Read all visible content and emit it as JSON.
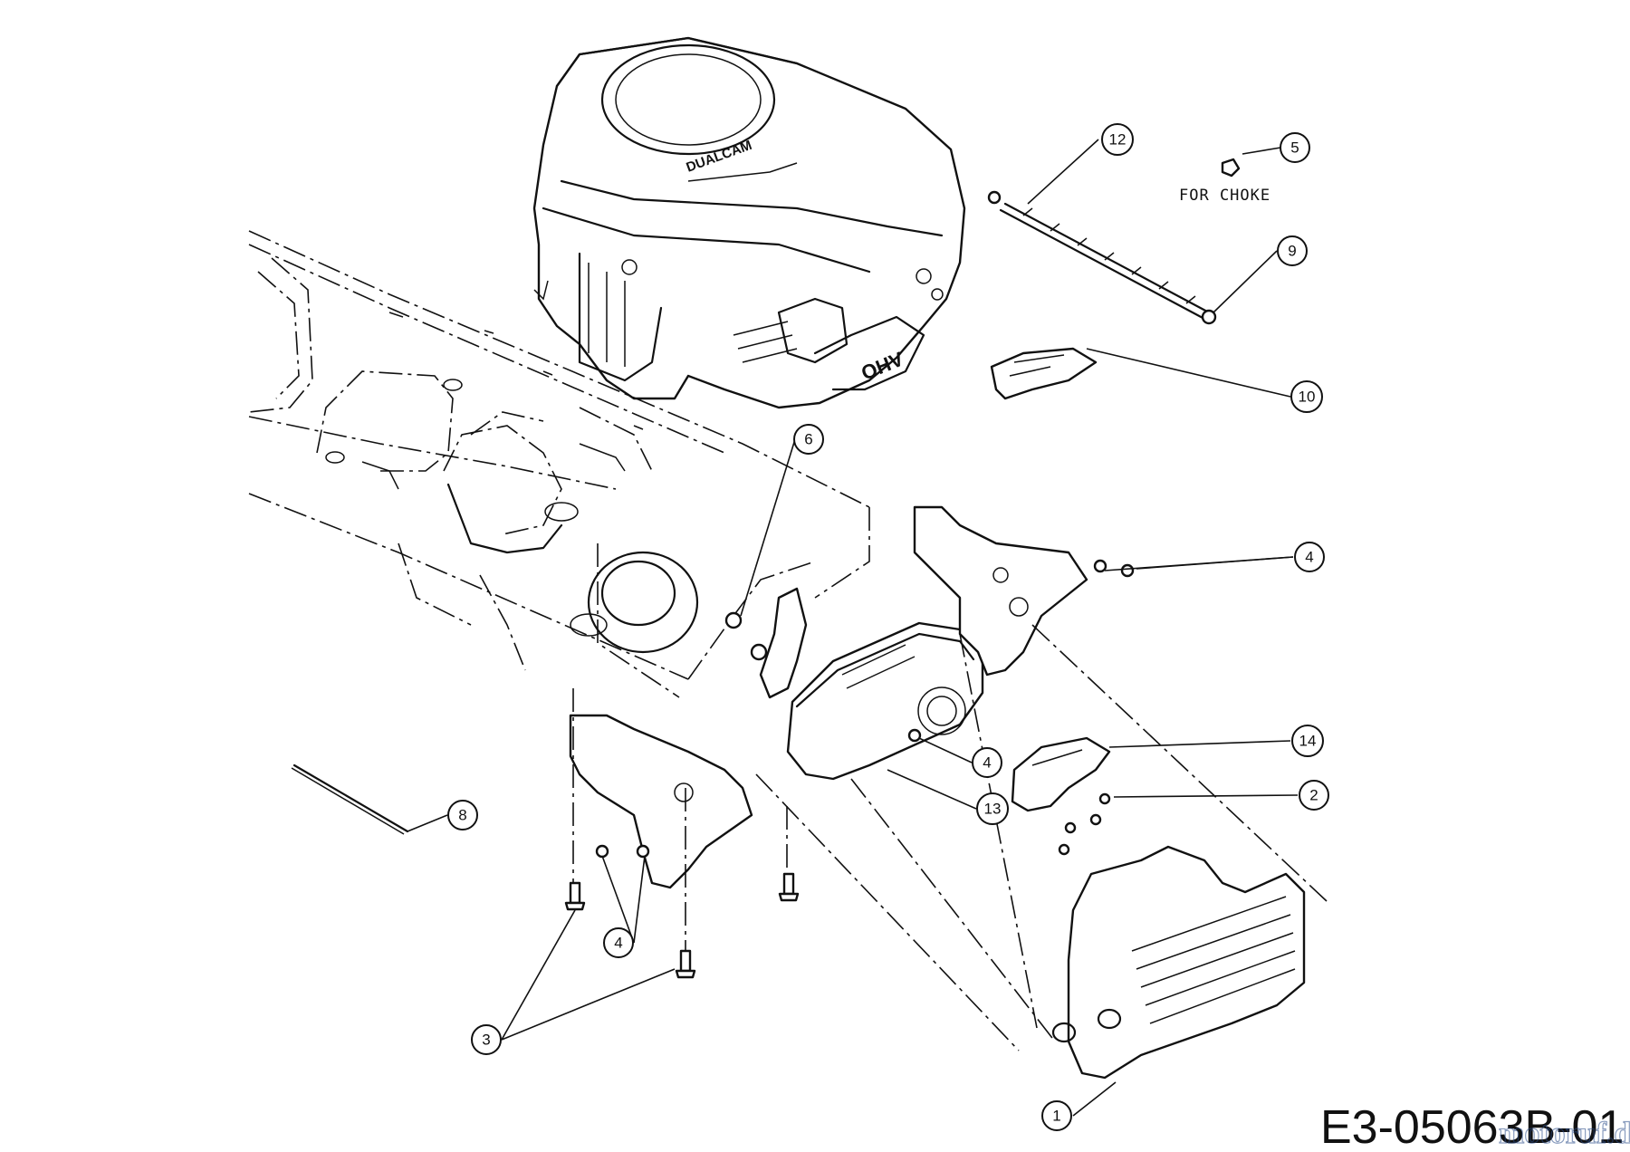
{
  "diagram": {
    "callouts": [
      {
        "id": "c12",
        "label": "12"
      },
      {
        "id": "c5",
        "label": "5"
      },
      {
        "id": "c9",
        "label": "9"
      },
      {
        "id": "c10",
        "label": "10"
      },
      {
        "id": "c6",
        "label": "6"
      },
      {
        "id": "c4a",
        "label": "4"
      },
      {
        "id": "c4b",
        "label": "4"
      },
      {
        "id": "c14",
        "label": "14"
      },
      {
        "id": "c2",
        "label": "2"
      },
      {
        "id": "c13",
        "label": "13"
      },
      {
        "id": "c8",
        "label": "8"
      },
      {
        "id": "c4c",
        "label": "4"
      },
      {
        "id": "c3",
        "label": "3"
      },
      {
        "id": "c1",
        "label": "1"
      }
    ],
    "note": "FOR CHOKE",
    "engine_labels": {
      "brand": "DUALCAM",
      "valve": "OHV"
    },
    "drawing_code": "E3-05063B-01",
    "watermark": "motoruf.de"
  }
}
